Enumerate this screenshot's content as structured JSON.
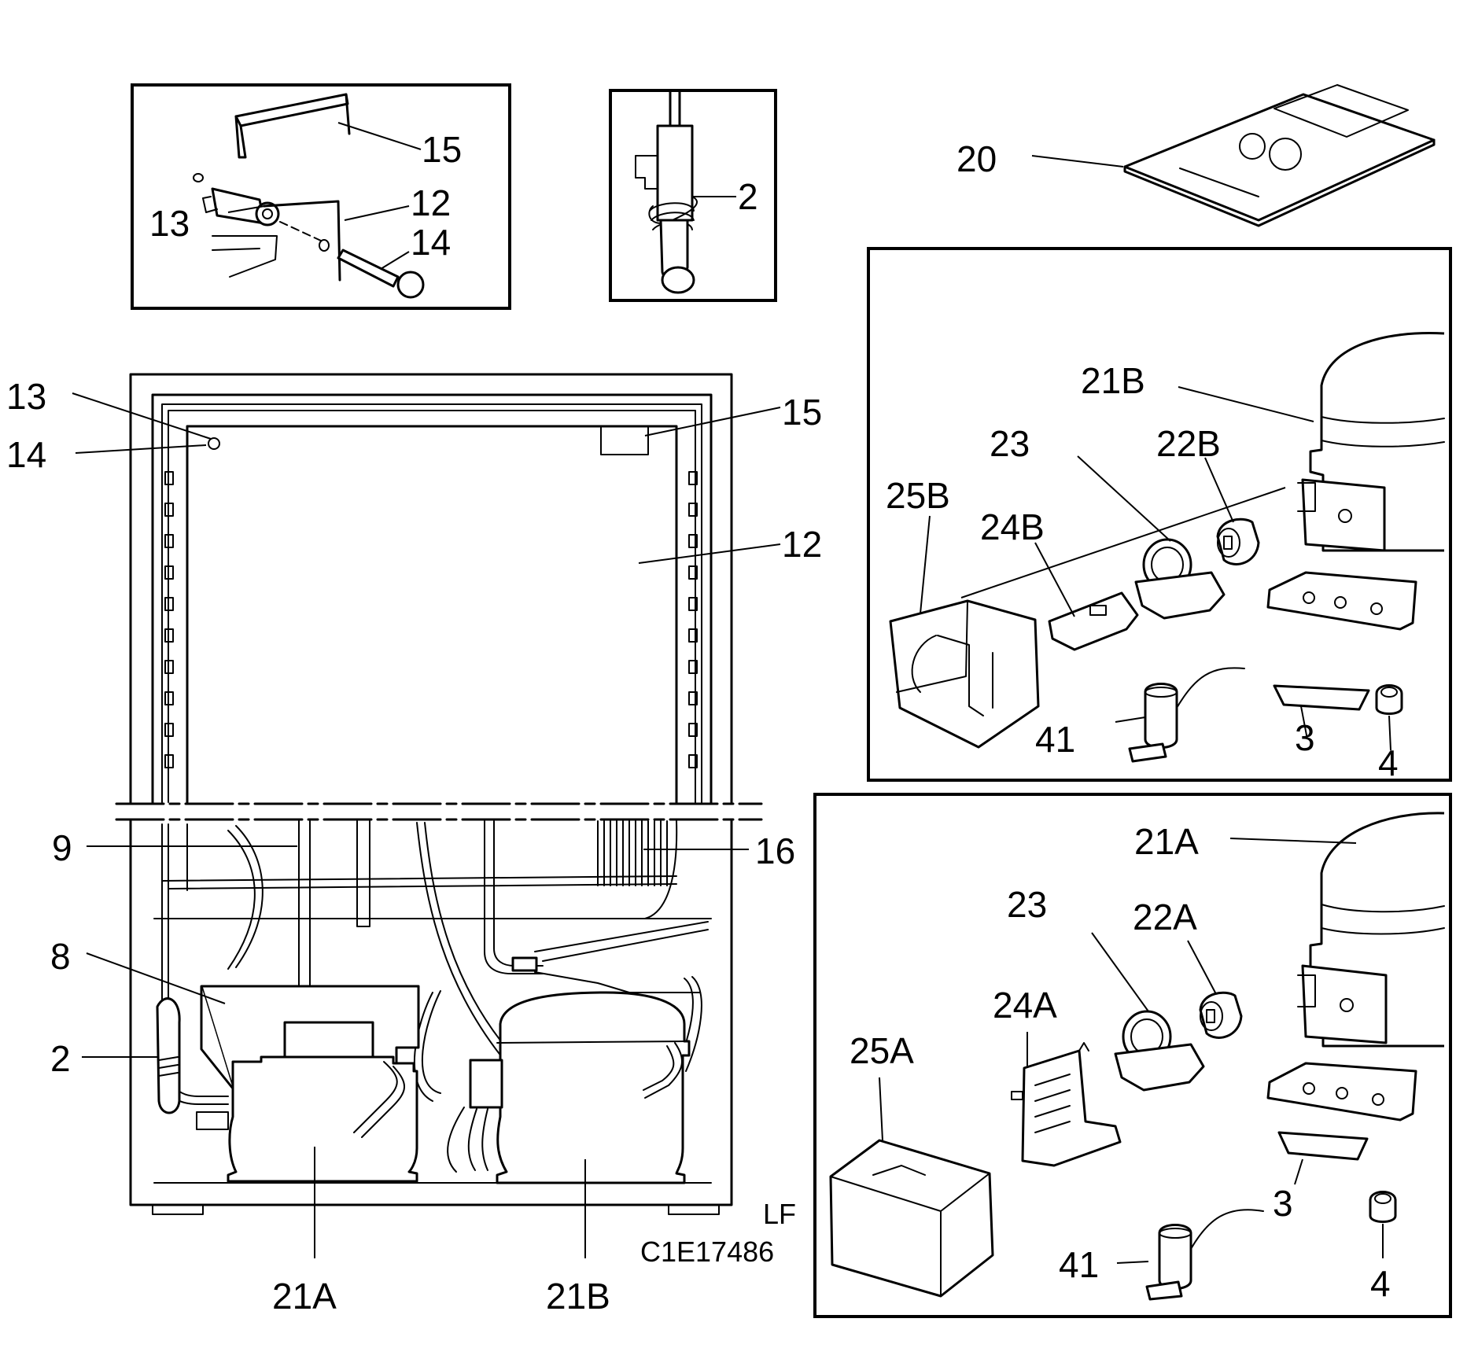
{
  "labels": {
    "inset_lamp": {
      "p15": "15",
      "p13": "13",
      "p12": "12",
      "p14": "14"
    },
    "inset_sensor": {
      "p2": "2"
    },
    "manual": {
      "p20": "20"
    },
    "cabinet": {
      "p13": "13",
      "p14": "14",
      "p15": "15",
      "p12": "12",
      "p9": "9",
      "p16": "16",
      "p8": "8",
      "p2": "2",
      "p21a": "21A",
      "p21b": "21B"
    },
    "compressor_b": {
      "p21b": "21B",
      "p23": "23",
      "p22b": "22B",
      "p25b": "25B",
      "p24b": "24B",
      "p41": "41",
      "p3": "3",
      "p4": "4"
    },
    "compressor_a": {
      "p21a": "21A",
      "p23": "23",
      "p22a": "22A",
      "p24a": "24A",
      "p25a": "25A",
      "p3": "3",
      "p41": "41",
      "p4": "4"
    }
  },
  "drawing_code": {
    "line1": "LF",
    "line2": "C1E17486"
  }
}
